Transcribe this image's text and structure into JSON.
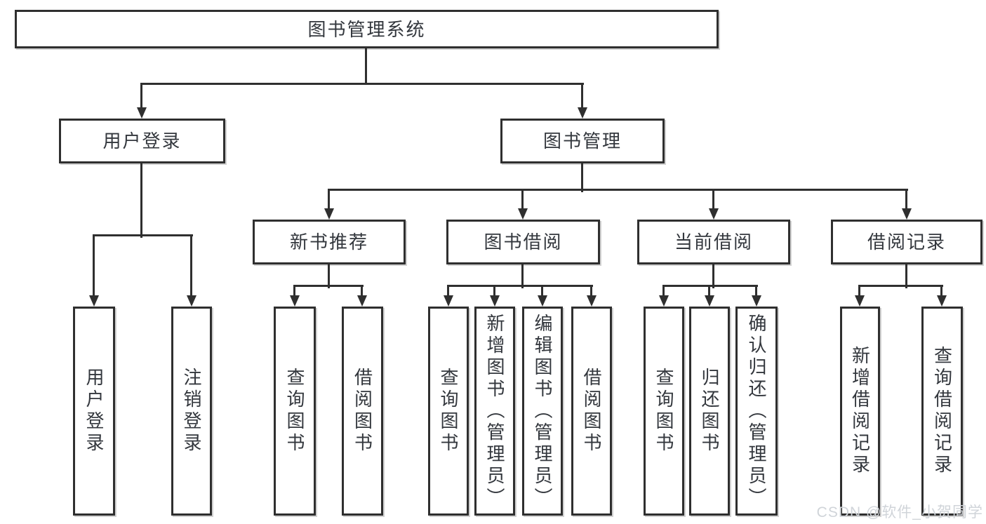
{
  "diagram": {
    "root": {
      "label": "图书管理系统"
    },
    "level2": {
      "user_login": {
        "label": "用户登录"
      },
      "book_mgmt": {
        "label": "图书管理"
      }
    },
    "level3": {
      "new_book_rec": {
        "label": "新书推荐"
      },
      "book_borrow": {
        "label": "图书借阅"
      },
      "current_borrow": {
        "label": "当前借阅"
      },
      "borrow_record": {
        "label": "借阅记录"
      }
    },
    "leaves": {
      "user_login_leaf": {
        "label": "用户登录"
      },
      "logout_leaf": {
        "label": "注销登录"
      },
      "rec_query": {
        "label": "查询图书"
      },
      "rec_borrow": {
        "label": "借阅图书"
      },
      "bb_query": {
        "label": "查询图书"
      },
      "bb_add": {
        "label": "新增图书（管理员）"
      },
      "bb_edit": {
        "label": "编辑图书（管理员）"
      },
      "bb_borrow": {
        "label": "借阅图书"
      },
      "cb_query": {
        "label": "查询图书"
      },
      "cb_return": {
        "label": "归还图书"
      },
      "cb_confirm": {
        "label": "确认归还（管理员）"
      },
      "br_add": {
        "label": "新增借阅记录"
      },
      "br_query": {
        "label": "查询借阅记录"
      }
    },
    "watermark": "CSDN @软件_小贺同学",
    "colors": {
      "line": "#2f2f2f",
      "text": "#33373d",
      "background": "#ffffff",
      "watermark": "#d0d4d9"
    }
  }
}
